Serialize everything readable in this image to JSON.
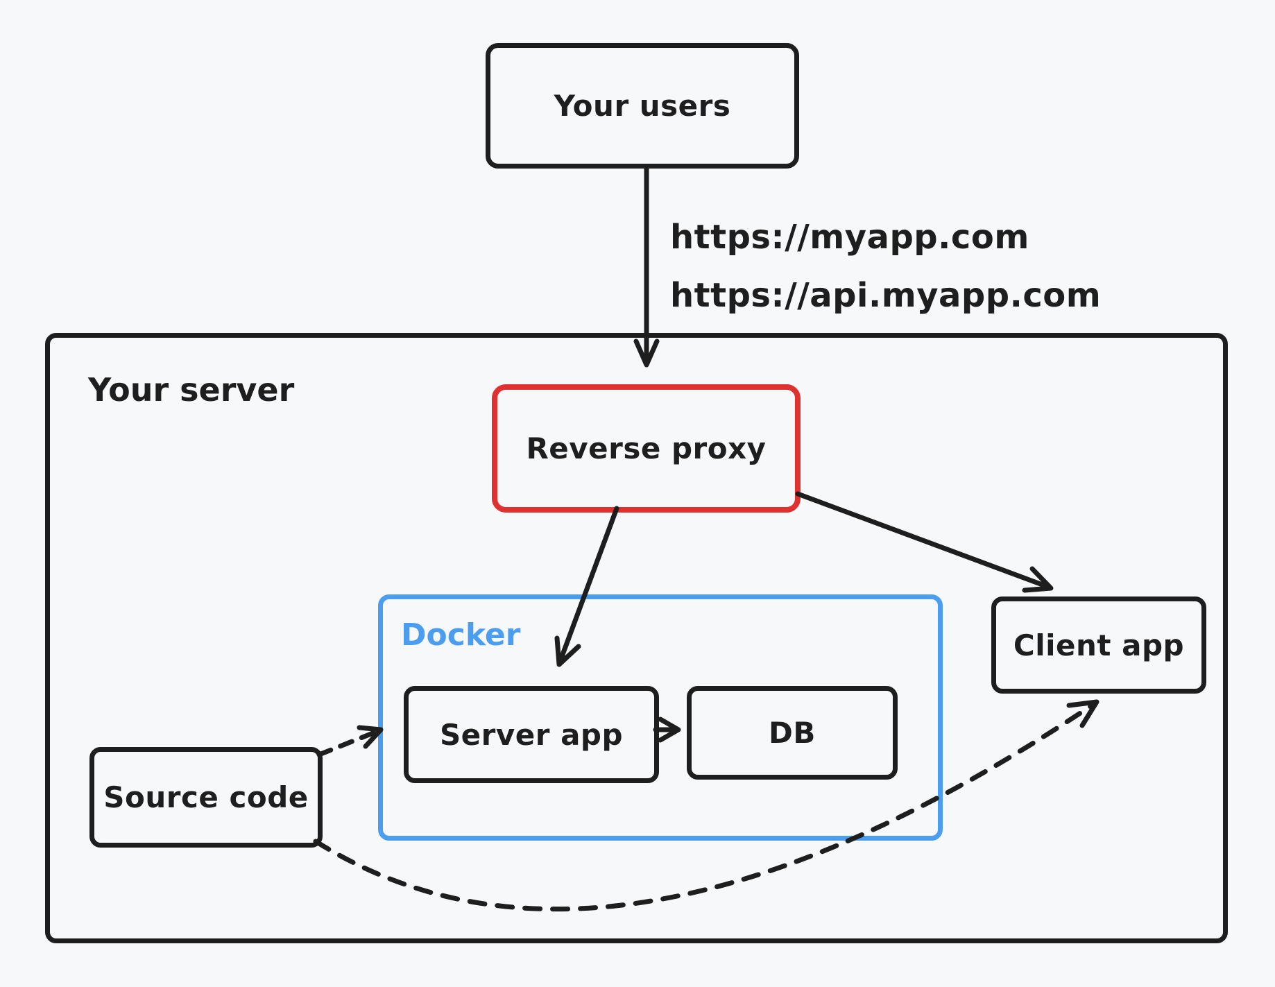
{
  "diagram": {
    "description": "Hand-drawn style architecture diagram of a self-hosted web app deployment",
    "colors": {
      "ink": "#1e1e1e",
      "accent_red": "#e03131",
      "accent_blue": "#4a9def",
      "background": "#f7f8fa"
    }
  },
  "nodes": {
    "your_users": {
      "label": "Your users"
    },
    "your_server": {
      "label": "Your server"
    },
    "reverse_proxy": {
      "label": "Reverse proxy"
    },
    "docker": {
      "label": "Docker"
    },
    "server_app": {
      "label": "Server app"
    },
    "db": {
      "label": "DB"
    },
    "client_app": {
      "label": "Client app"
    },
    "source_code": {
      "label": "Source code"
    }
  },
  "annotations": {
    "url_line1": "https://myapp.com",
    "url_line2": "https://api.myapp.com"
  },
  "edges": [
    {
      "from": "your_users",
      "to": "reverse_proxy",
      "style": "solid",
      "label": "https://myapp.com / https://api.myapp.com"
    },
    {
      "from": "reverse_proxy",
      "to": "server_app",
      "style": "solid",
      "label": ""
    },
    {
      "from": "reverse_proxy",
      "to": "client_app",
      "style": "solid",
      "label": ""
    },
    {
      "from": "server_app",
      "to": "db",
      "style": "solid",
      "label": ""
    },
    {
      "from": "source_code",
      "to": "server_app",
      "style": "dashed",
      "label": ""
    },
    {
      "from": "source_code",
      "to": "client_app",
      "style": "dashed",
      "label": ""
    }
  ]
}
